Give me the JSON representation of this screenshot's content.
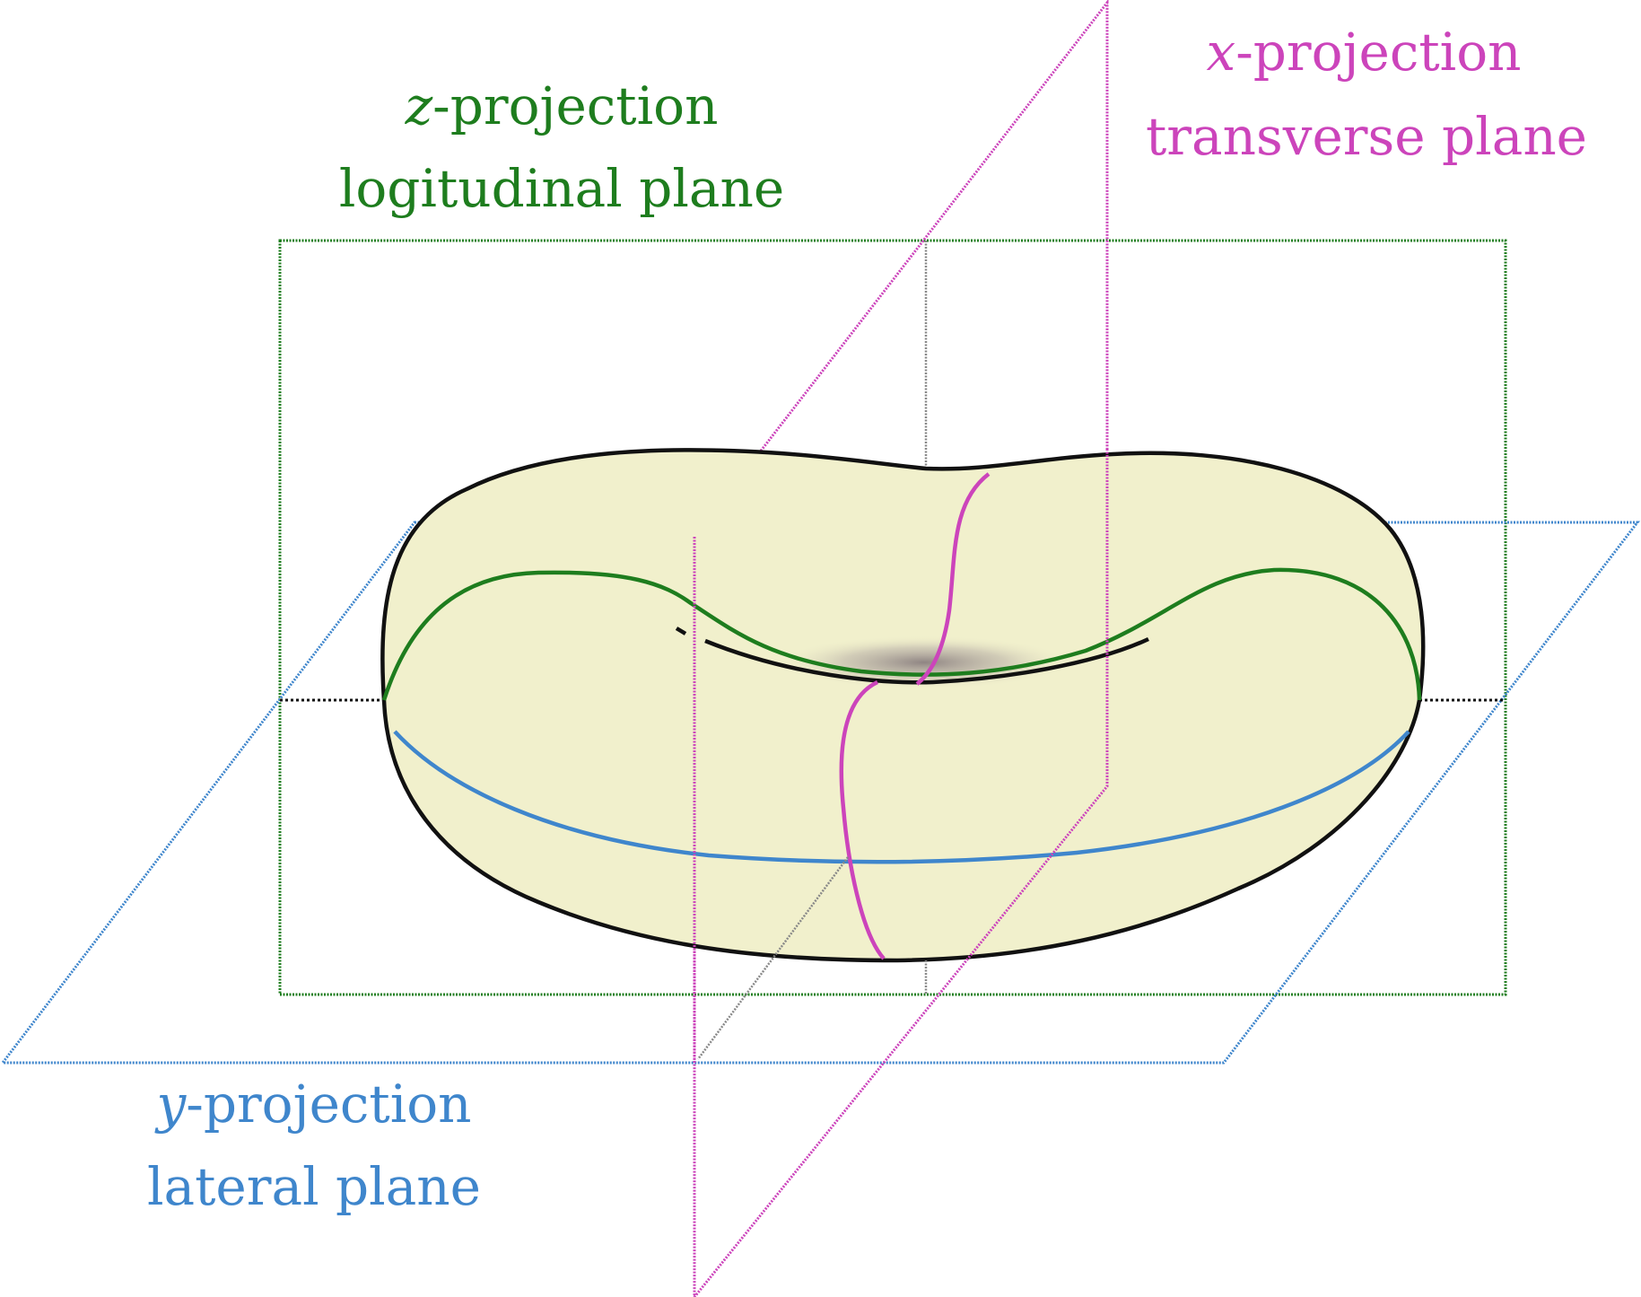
{
  "labels": {
    "z_plane": {
      "variable": "z",
      "suffix": "-projection",
      "name": "logitudinal plane",
      "color": "#1e7d1e"
    },
    "x_plane": {
      "variable": "x",
      "suffix": "-projection",
      "name": "transverse plane",
      "color": "#cc44bb"
    },
    "y_plane": {
      "variable": "y",
      "suffix": "-projection",
      "name": "lateral plane",
      "color": "#3f86cc"
    }
  },
  "colors": {
    "torus_fill": "#f1f0cc",
    "torus_outline": "#111111",
    "z_plane": "#1e7d1e",
    "x_plane": "#cc44bb",
    "y_plane": "#3f86cc",
    "axis": "#888888"
  }
}
